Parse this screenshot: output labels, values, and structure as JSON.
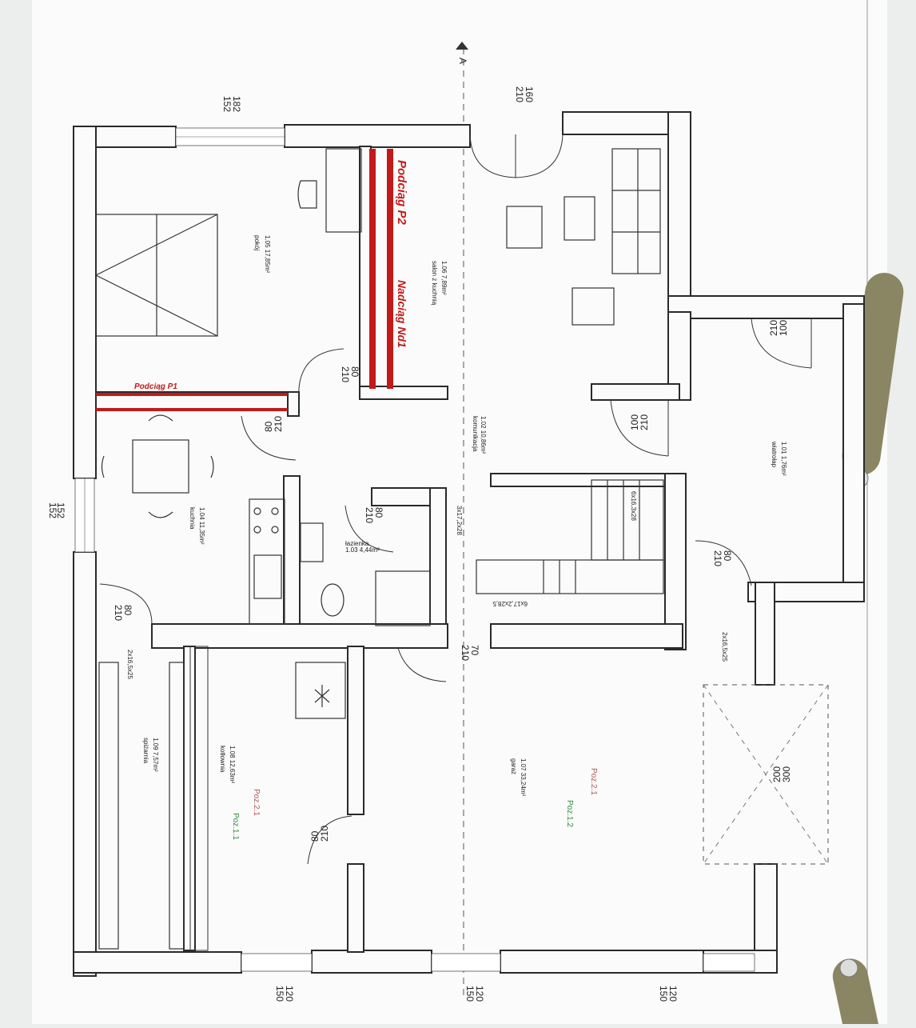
{
  "plan": {
    "axis_marker": "A",
    "colors": {
      "beam": "#c21a1a",
      "paper": "#fbfbfb",
      "wall": "#2a2a2a",
      "binder_ring": "#8a8663"
    },
    "beams": {
      "p1": "Podciąg P1",
      "p2": "Podciąg P2",
      "nd1": "Nadciąg Nd1"
    },
    "rooms": [
      {
        "label": "1.05 17,85m²",
        "name": "pokój"
      },
      {
        "label": "1.06 7,89m²",
        "name": "salon z kuchnią"
      },
      {
        "label": "1.04 11,35m²",
        "name": "kuchnia"
      },
      {
        "label": "1.03 4,44m²",
        "name": "łazienka"
      },
      {
        "label": "1.02 10,86m²",
        "name": "komunikacja"
      },
      {
        "label": "1.01 1,76m²",
        "name": "wiatrołap"
      },
      {
        "label": "1.09 7,57m²",
        "name": "spiżarnia"
      },
      {
        "label": "1.08 12,63m²",
        "name": "kotłownia"
      },
      {
        "label": "1.07 33,24m²",
        "name": "garaż"
      }
    ],
    "dimensions": {
      "top_window": [
        "182",
        "152"
      ],
      "top_door": [
        "160",
        "210"
      ],
      "left_window": [
        "152",
        "152"
      ],
      "door_80_210": [
        "80",
        "210"
      ],
      "door_100_210": [
        "100",
        "210"
      ],
      "door_70_210": [
        "70",
        "210"
      ],
      "gate": [
        "300",
        "200"
      ],
      "stairs_a": "6x16,3x28",
      "stairs_b": "6x17,2x28,5",
      "stairs_c": "3x17,2x28",
      "steps": "2x16,5x25",
      "bottom": [
        "120",
        "150"
      ]
    },
    "poz": [
      "Poz.2.1",
      "Poz.1.1",
      "Poz.2.1",
      "Poz.1.2"
    ]
  }
}
